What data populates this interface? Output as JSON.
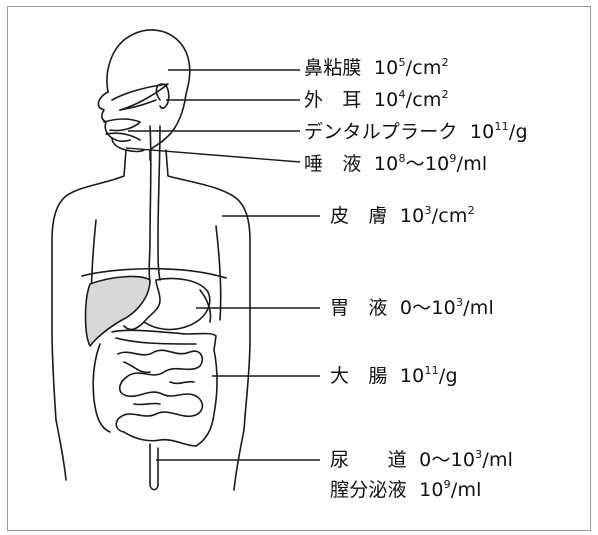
{
  "labels": [
    {
      "name": "鼻粘膜",
      "base": "10",
      "exp": "5",
      "unit": "/cm",
      "unit_exp": "2"
    },
    {
      "name": "外　耳",
      "base": "10",
      "exp": "4",
      "unit": "/cm",
      "unit_exp": "2"
    },
    {
      "name": "デンタルプラーク",
      "base": "10",
      "exp": "11",
      "unit": "/g",
      "unit_exp": ""
    },
    {
      "name": "唾　液",
      "base": "10",
      "exp": "8",
      "unit": "〜10",
      "unit_exp": "9",
      "unit2": "/ml"
    },
    {
      "name": "皮　膚",
      "base": "10",
      "exp": "3",
      "unit": "/cm",
      "unit_exp": "2"
    },
    {
      "name": "胃　液",
      "pre": "0〜",
      "base": "10",
      "exp": "3",
      "unit": "/ml",
      "unit_exp": ""
    },
    {
      "name": "大　腸",
      "base": "10",
      "exp": "11",
      "unit": "/g",
      "unit_exp": ""
    },
    {
      "name": "尿　　道",
      "pre": "0〜",
      "base": "10",
      "exp": "3",
      "unit": "/ml",
      "unit_exp": ""
    },
    {
      "name": "膣分泌液",
      "base": "10",
      "exp": "9",
      "unit": "/ml",
      "unit_exp": ""
    }
  ],
  "colors": {
    "line": "#1a1a1a",
    "liver_fill": "#d8d8d8"
  }
}
